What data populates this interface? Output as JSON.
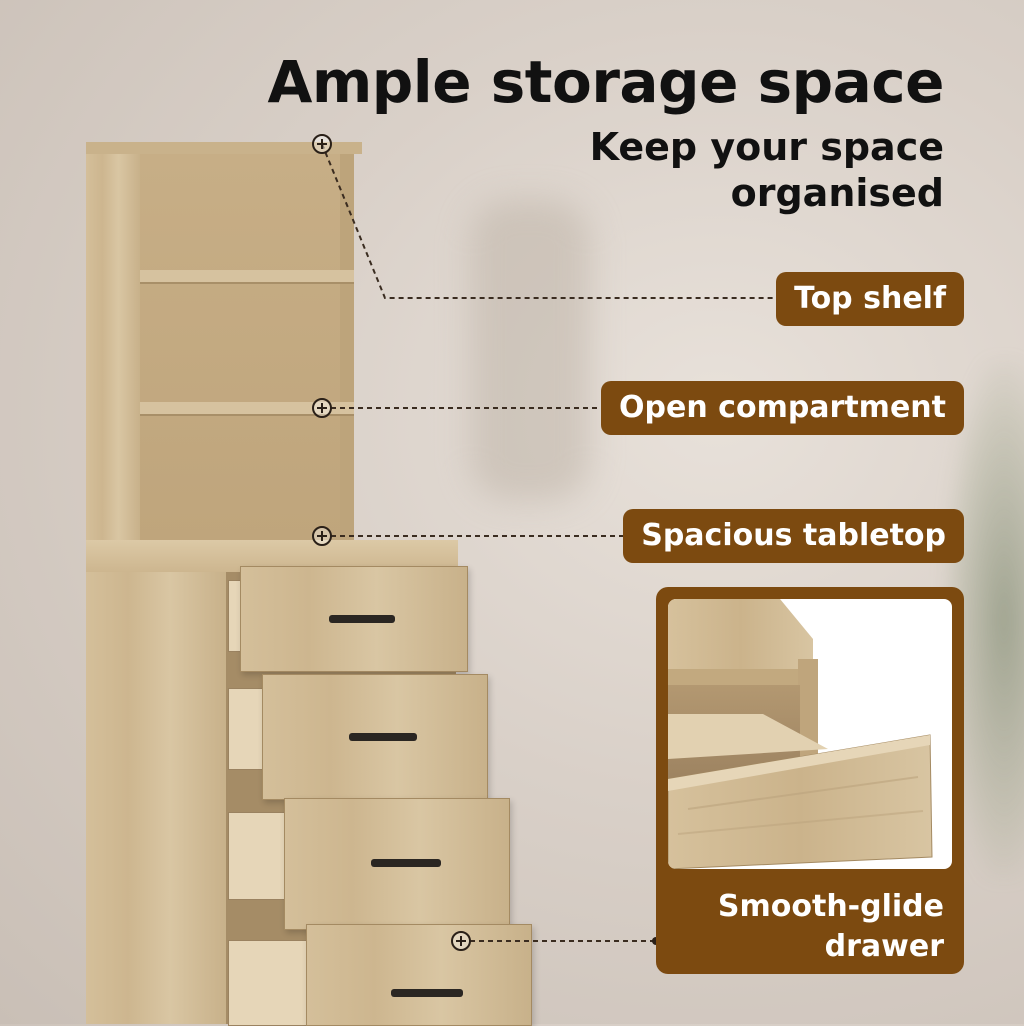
{
  "headline": "Ample storage space",
  "subhead": "Keep your space organised",
  "callouts": {
    "top_shelf": "Top shelf",
    "open_compartment": "Open compartment",
    "spacious_tabletop": "Spacious tabletop",
    "smooth_glide_drawer": "Smooth-glide drawer"
  },
  "colors": {
    "label_bg": "#7c4a10",
    "label_text": "#ffffff",
    "headline_text": "#111111",
    "wood": "#cdb68f"
  },
  "icons": {
    "marker": "plus-circle-icon"
  }
}
